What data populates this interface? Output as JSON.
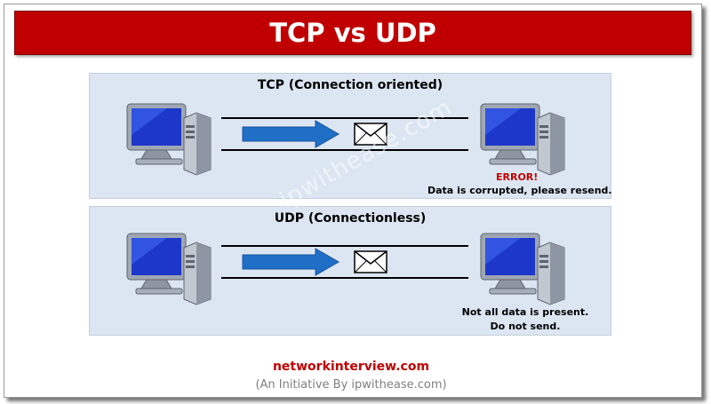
{
  "title": "TCP vs UDP",
  "tcp": {
    "heading": "TCP (Connection oriented)",
    "error_label": "ERROR!",
    "message": "Data is corrupted, please resend."
  },
  "udp": {
    "heading": "UDP (Connectionless)",
    "message_line1": "Not all data is present.",
    "message_line2": "Do not send."
  },
  "watermark": "ipwithease.com",
  "footer": {
    "site": "networkinterview.com",
    "sub": "(An Initiative By ipwithease.com)"
  },
  "icons": {
    "computer": "desktop-computer-icon",
    "arrow": "right-arrow-icon",
    "envelope": "envelope-icon"
  },
  "colors": {
    "title_bg": "#c00000",
    "panel_bg": "#dce6f2",
    "arrow": "#1f6fc6",
    "error": "#c00000"
  }
}
